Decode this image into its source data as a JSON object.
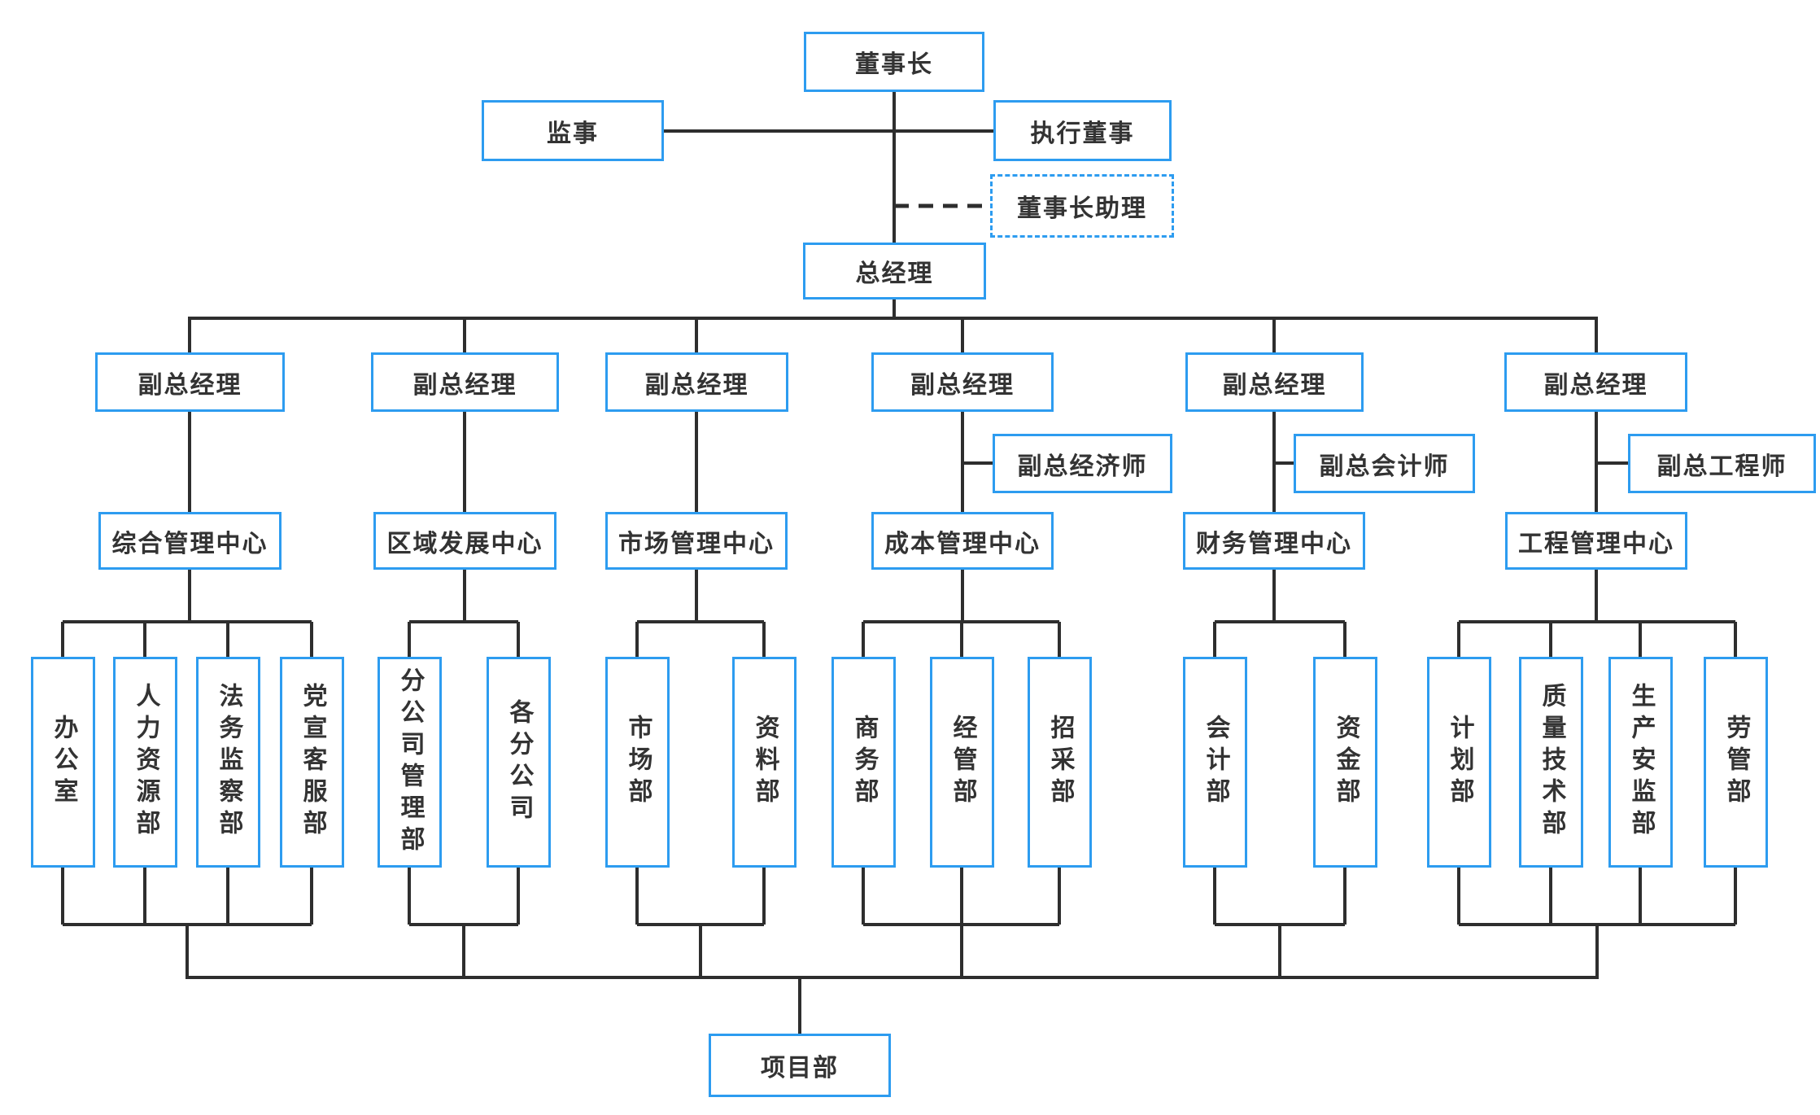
{
  "diagram_type": "organization-chart",
  "colors": {
    "box_border": "#2d9cf0",
    "connector_line": "#2e2e2e",
    "text": "#333333",
    "background": "#ffffff"
  },
  "org": {
    "chairman": "董事长",
    "supervisor": "监事",
    "executive_director": "执行董事",
    "chairman_assistant": "董事长助理",
    "general_manager": "总经理",
    "branches": [
      {
        "manager": "副总经理",
        "center": "综合管理中心",
        "departments": [
          "办公室",
          "人力资源部",
          "法务监察部",
          "党宣客服部"
        ]
      },
      {
        "manager": "副总经理",
        "center": "区域发展中心",
        "departments": [
          "分公司管理部",
          "各分公司"
        ]
      },
      {
        "manager": "副总经理",
        "center": "市场管理中心",
        "departments": [
          "市场部",
          "资料部"
        ]
      },
      {
        "manager": "副总经理",
        "staff_officer": "副总经济师",
        "center": "成本管理中心",
        "departments": [
          "商务部",
          "经管部",
          "招采部"
        ]
      },
      {
        "manager": "副总经理",
        "staff_officer": "副总会计师",
        "center": "财务管理中心",
        "departments": [
          "会计部",
          "资金部"
        ]
      },
      {
        "manager": "副总经理",
        "staff_officer": "副总工程师",
        "center": "工程管理中心",
        "departments": [
          "计划部",
          "质量技术部",
          "生产安监部",
          "劳管部"
        ]
      }
    ],
    "project_department": "项目部"
  }
}
